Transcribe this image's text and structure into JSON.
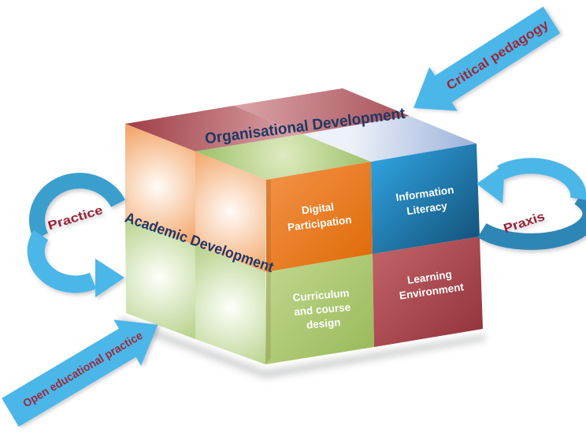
{
  "cube": {
    "top_label": "Organisational Development",
    "side_label": "Academic Development",
    "front_faces": [
      {
        "id": "digital-participation",
        "lines": [
          "Digital",
          "Participation"
        ],
        "color": "#E8761B"
      },
      {
        "id": "information-literacy",
        "lines": [
          "Information",
          "Literacy"
        ],
        "color": "#1E8FD0"
      },
      {
        "id": "curriculum-and-course-design",
        "lines": [
          "Curriculum",
          "and course",
          "design"
        ],
        "color": "#A9C46C"
      },
      {
        "id": "learning-environment",
        "lines": [
          "Learning",
          "Environment"
        ],
        "color": "#A94A50"
      }
    ]
  },
  "arrows": {
    "critical_pedagogy": {
      "label": "Critical pedagogy",
      "type": "straight",
      "position": "top-right",
      "points": "down-left toward cube top corner"
    },
    "praxis": {
      "label": "Praxis",
      "type": "curved-loop",
      "position": "right",
      "points": "left into Information Literacy face"
    },
    "practice": {
      "label": "Practice",
      "type": "curved-loop",
      "position": "left",
      "points": "right into Academic Development face"
    },
    "open_educational_practice": {
      "label": "Open educational practice",
      "type": "straight",
      "position": "bottom-left",
      "points": "up-right toward cube bottom corner"
    }
  },
  "colors": {
    "background": "#FFFFFF",
    "arrow_blue": "#4BB6E8",
    "arrow_blue_mid": "#3A9FCE",
    "arrow_blue_dark": "#2E86B4",
    "label_navy": "#1F3864",
    "label_dark_red": "#9B2335",
    "face_label_white": "#FFFFFF",
    "top_red": "#A34950",
    "top_green": "#A2C470",
    "top_pale_blue": "#9DB3DA",
    "side_orange": "#F3A76C",
    "side_green": "#B7D28C",
    "front_orange": "#E8761B",
    "front_blue": "#1E8FD0",
    "front_green": "#A9C46C",
    "front_red": "#A94A50"
  }
}
